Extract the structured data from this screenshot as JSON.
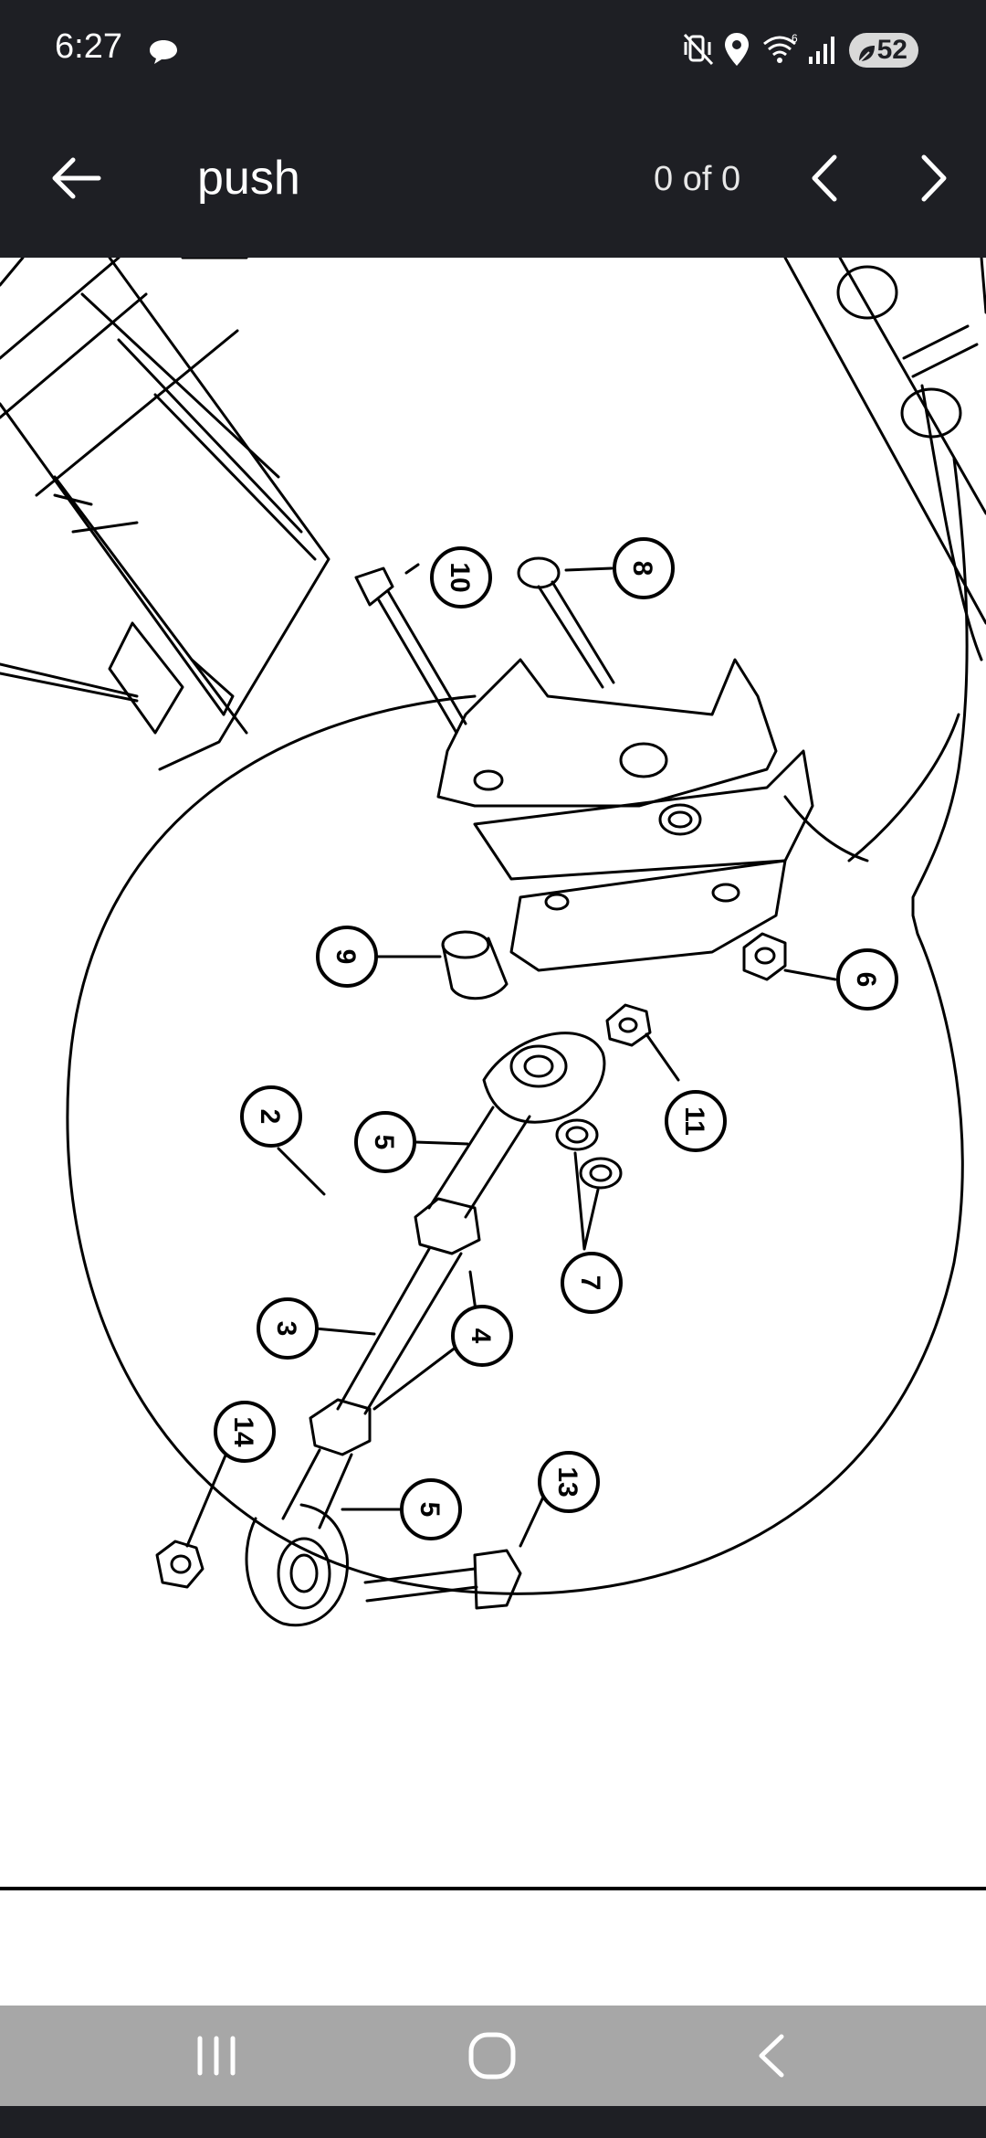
{
  "status_bar": {
    "time": "6:27",
    "battery": "52",
    "icons": [
      "chat-bubble-icon",
      "mute-vibrate-icon",
      "location-icon",
      "wifi-6-icon",
      "signal-icon",
      "battery-saver-icon"
    ]
  },
  "app_bar": {
    "search_term": "push",
    "match_count": "0 of 0",
    "icons": [
      "back-arrow-icon",
      "chevron-left-icon",
      "chevron-right-icon"
    ]
  },
  "figure": {
    "callouts": [
      "10",
      "8",
      "9",
      "6",
      "11",
      "2",
      "5",
      "7",
      "3",
      "4",
      "14",
      "5",
      "13"
    ]
  },
  "nav_bar": {
    "icons": [
      "recent-apps-icon",
      "home-icon",
      "back-icon"
    ]
  },
  "colors": {
    "bar_background": "#1e1f24",
    "nav_background": "#a7a7a7",
    "document_background": "#ffffff"
  }
}
